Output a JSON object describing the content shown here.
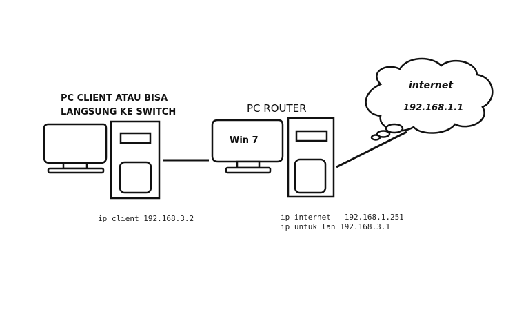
{
  "client": {
    "title_line1": "PC CLIENT ATAU BISA",
    "title_line2": "LANGSUNG KE SWITCH",
    "ip_label": "ip client 192.168.3.2"
  },
  "router": {
    "title": "PC ROUTER",
    "screen_text": "Win 7",
    "ip_internet": "ip internet   192.168.1.251",
    "ip_lan": "ip untuk lan 192.168.3.1"
  },
  "cloud": {
    "title": "internet",
    "ip": "192.168.1.1"
  }
}
